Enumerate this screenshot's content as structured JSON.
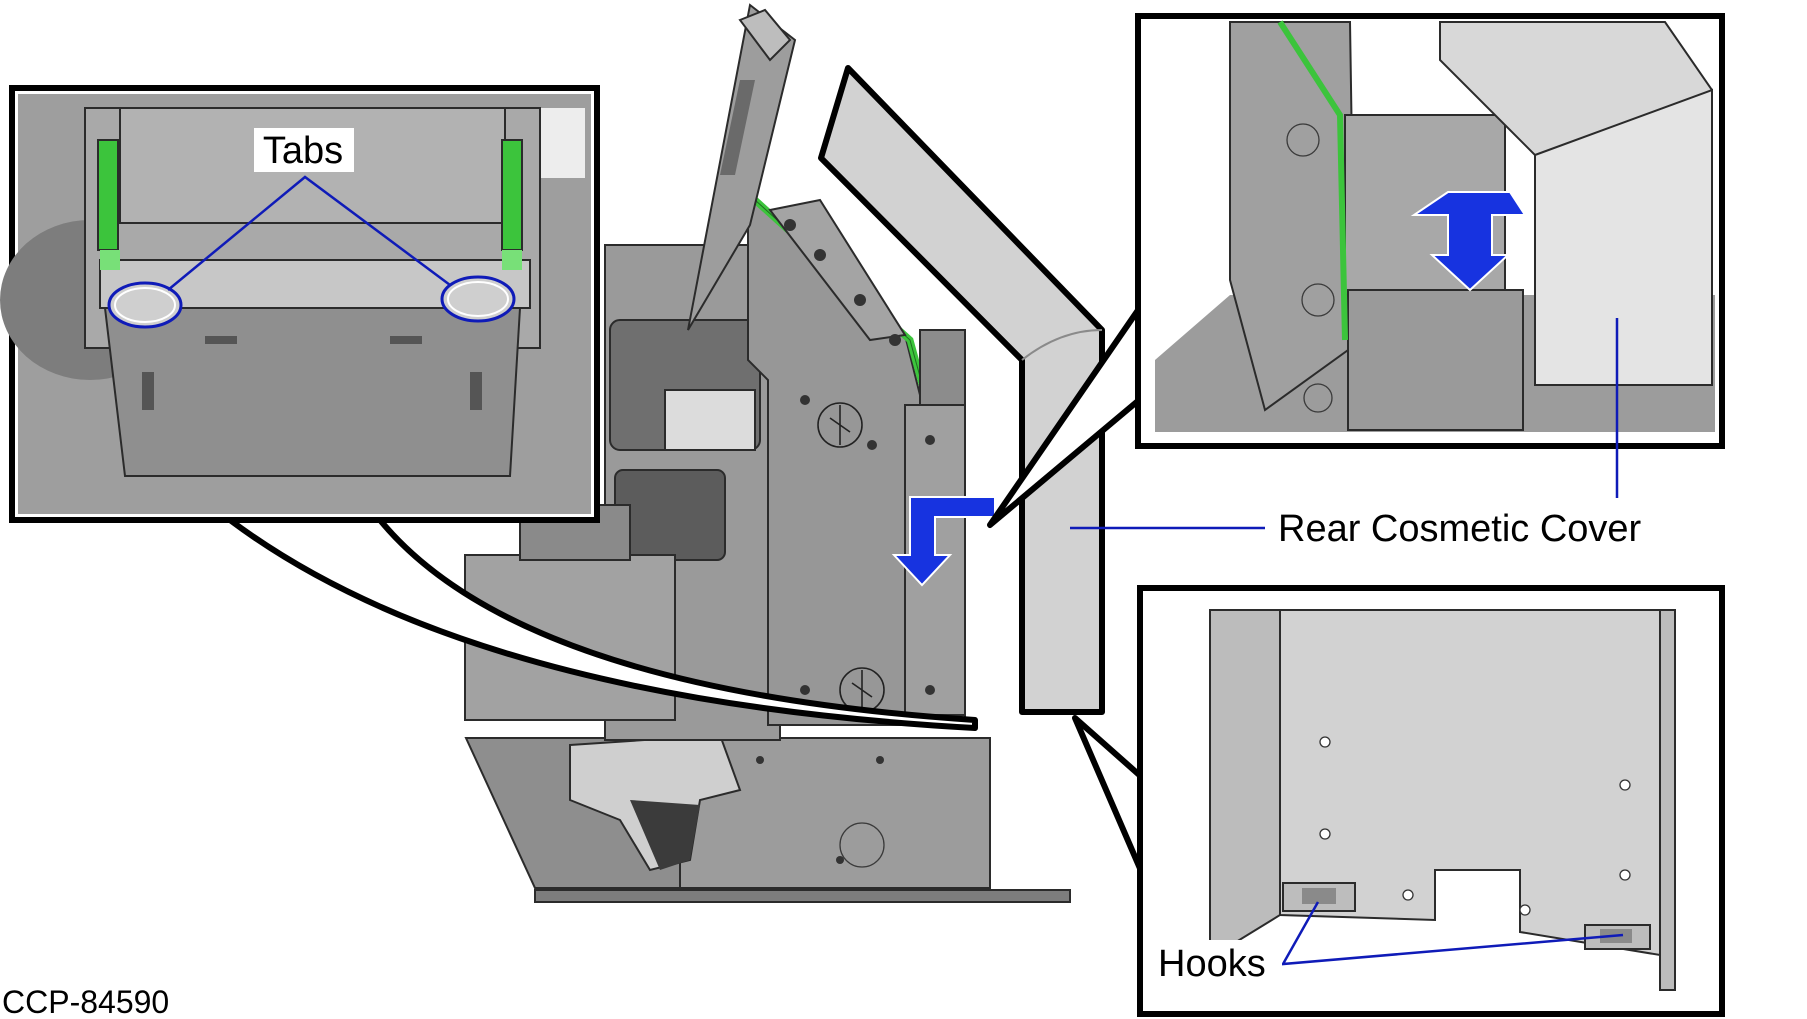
{
  "labels": {
    "tabs": "Tabs",
    "rear_cover": "Rear Cosmetic Cover",
    "hooks": "Hooks",
    "doc_id": "CCP-84590"
  },
  "colors": {
    "metal_dark": "#8a8a8a",
    "metal_mid": "#a6a6a6",
    "metal_light": "#d2d2d2",
    "accent_green": "#3cc43c",
    "callout_blue": "#0f1bb8",
    "arrow_blue": "#1733e0",
    "outline": "#000000"
  }
}
